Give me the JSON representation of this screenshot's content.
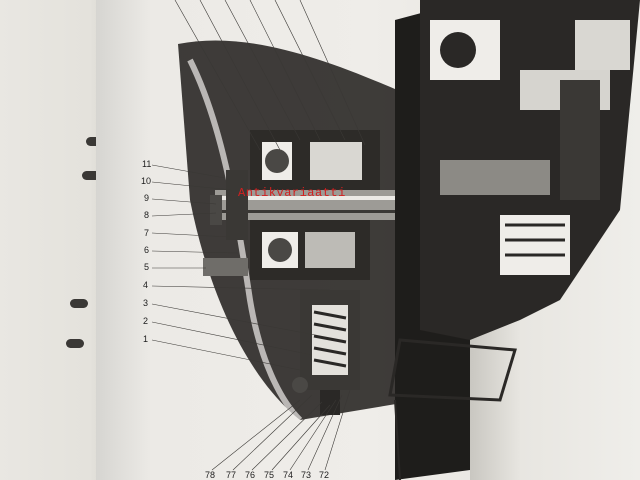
{
  "left_callouts": [
    "11",
    "10",
    "9",
    "8",
    "7",
    "6",
    "5",
    "4",
    "3",
    "2",
    "1"
  ],
  "bottom_callouts": [
    "78",
    "77",
    "76",
    "75",
    "74",
    "73",
    "72"
  ],
  "watermark_text": "Antikvariaatti"
}
